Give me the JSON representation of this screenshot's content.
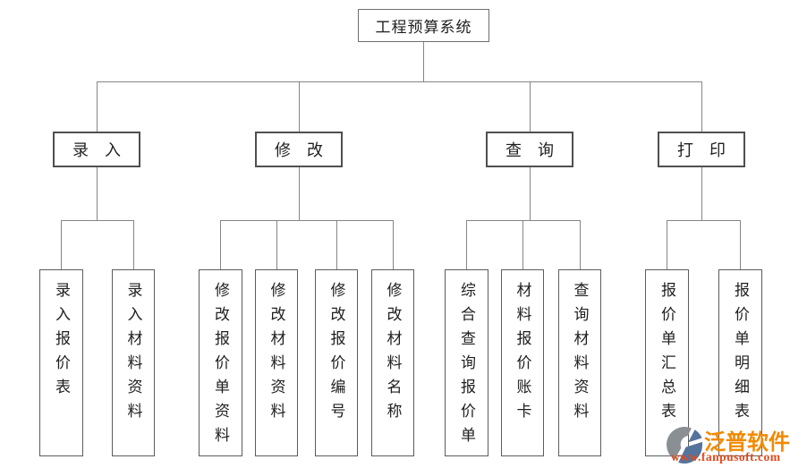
{
  "diagram": {
    "root": {
      "label": "工程预算系统"
    },
    "branches": [
      {
        "label": "录　入",
        "children": [
          "录入报价表",
          "录入材料资料"
        ]
      },
      {
        "label": "修　改",
        "children": [
          "修改报价单资料",
          "修改材料资料",
          "修改报价编号",
          "修改材料名称"
        ]
      },
      {
        "label": "查　询",
        "children": [
          "综合查询报价单",
          "材料报价账卡",
          "查询材料资料"
        ]
      },
      {
        "label": "打　印",
        "children": [
          "报价单汇总表",
          "报价单明细表"
        ]
      }
    ]
  },
  "watermark": {
    "brand": "泛普软件",
    "url": "www.fanpusoft.com",
    "brand_color": "#f18a00",
    "url_color": "#e44a1e",
    "logo_gray": "#8a8f94",
    "logo_blue": "#54749c"
  },
  "colors": {
    "background": "#ffffff",
    "line": "#858585",
    "box_border": "#5c5c5c",
    "text": "#1f1f1f"
  }
}
